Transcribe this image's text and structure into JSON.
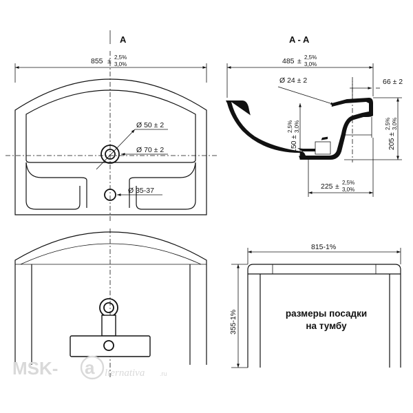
{
  "views": {
    "top": {
      "title": "A",
      "width": {
        "main": "855",
        "pm": "±",
        "tol_top": "2,5%",
        "tol_bot": "3,0%"
      },
      "drain": "Ø 50 ± 2",
      "bowl": "Ø 70 ± 2",
      "tap": "Ø 35-37"
    },
    "section": {
      "title": "A - A",
      "depth": {
        "main": "485",
        "pm": "±",
        "tol_top": "2,5%",
        "tol_bot": "3,0%"
      },
      "hole": "Ø 24 ± 2",
      "rim": "66 ± 2",
      "inner_height": {
        "main": "150",
        "pm": "±",
        "tol_top": "2,5%",
        "tol_bot": "3,0%"
      },
      "height": {
        "main": "205",
        "pm": "±",
        "tol_top": "2,5%",
        "tol_bot": "3,0%"
      },
      "drain_offset": {
        "main": "225",
        "pm": "±",
        "tol_top": "2,5%",
        "tol_bot": "3,0%"
      }
    },
    "cabinet": {
      "width": "815-1%",
      "depth": "355-1%",
      "note_line1": "размеры посадки",
      "note_line2": "на тумбу"
    }
  },
  "watermark": {
    "brand": "MSK-",
    "script": "lternativa",
    "domain": ".ru"
  }
}
